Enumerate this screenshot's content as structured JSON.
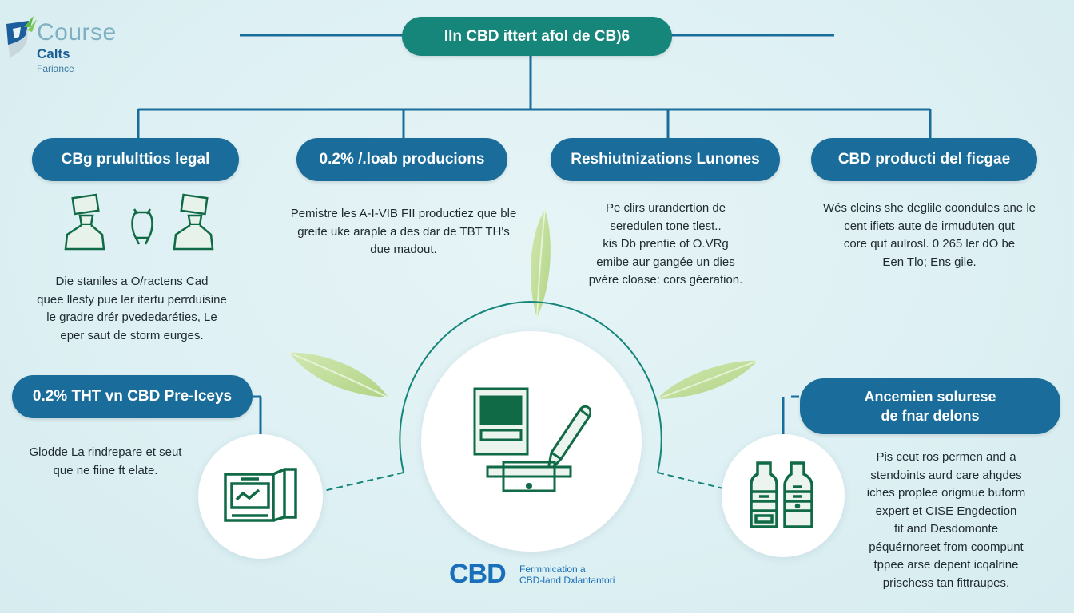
{
  "logo": {
    "word1": "Course",
    "word2": "Calts",
    "word3": "Fariance"
  },
  "diagram": {
    "root": {
      "label": "Iln CBD ittert afol de CB)6"
    },
    "branches": [
      {
        "label": "CBg prululttios legal",
        "description": [
          "Die staniles a O/ractens Cad",
          "quee llesty pue ler itertu perrduisine",
          "le gradre drér pvededaréties, Le",
          "eper saut de storm eurges."
        ],
        "icon": "display-stand-icons"
      },
      {
        "label": "0.2% /.loab producions",
        "description": [
          "Pemistre les A-I-VIB FII productiez que ble",
          "greite uke araple a des dar de TBT TH's",
          "due madout."
        ]
      },
      {
        "label": "Reshiutnizations Lunones",
        "description": [
          "Pe clirs urandertion de",
          "seredulen tone tlest..",
          "kis Db prentie of O.VRg",
          "emibe aur gangée un dies",
          "pvére cloase: cors géeration."
        ]
      },
      {
        "label": "CBD producti del ficgae",
        "description": [
          "Wés cleins she deglile coondules ane le",
          "cent ifiets aute de irmuduten qut",
          "core qut aulrosl. 0 265 ler dO be",
          "Een Tlo; Ens gile."
        ]
      }
    ],
    "left_node": {
      "label": "0.2% THT vn CBD Pre-lceys",
      "description": [
        "Glodde La rindrepare et seut",
        "que ne fiine ft elate."
      ],
      "icon": "chart-book-icon"
    },
    "right_node": {
      "label_line1": "Ancemien solurese",
      "label_line2": "de fnar delons",
      "description": [
        "Pis ceut ros permen and a",
        "stendoints aurd care ahgdes",
        "iches proplee origmue buform",
        "expert et CISE Engdection",
        "fit and Desdomonte",
        "péquérnoreet from coompunt",
        "tppee arse depent icqalrine",
        "prischess tan fittraupes."
      ],
      "icon": "bottles-icon"
    },
    "center": {
      "icon": "document-pen-icon"
    }
  },
  "footer": {
    "brand": "CBD",
    "line1": "Fermmication a",
    "line2": "CBD-land Dxlantantori"
  },
  "colors": {
    "background": "#ddf0f3",
    "main_pill": "#16857a",
    "branch_pill": "#1a6d9b",
    "connector": "#1a6d9b",
    "icon_green": "#0f6a45",
    "leaf_green": "#b9d98a",
    "footer_blue": "#1a6fba"
  }
}
